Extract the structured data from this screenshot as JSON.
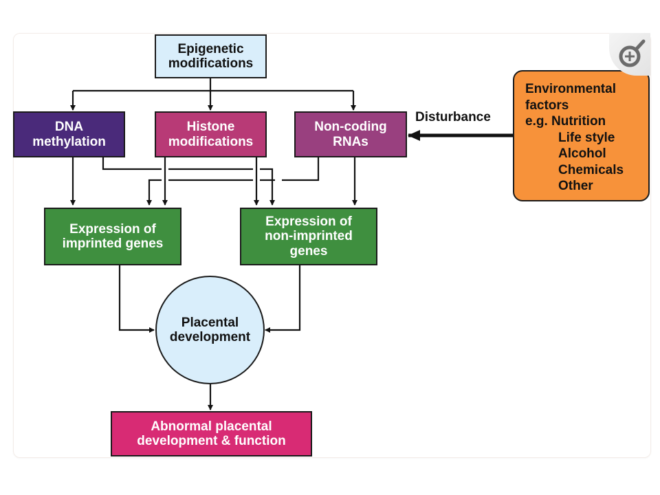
{
  "diagram": {
    "title_node": {
      "label": "Epigenetic\nmodifications",
      "color": "#d9eefb"
    },
    "mechanisms": [
      {
        "id": "dna",
        "label": "DNA\nmethylation",
        "color": "#4a2a7a"
      },
      {
        "id": "histone",
        "label": "Histone\nmodifications",
        "color": "#b83a76"
      },
      {
        "id": "ncrna",
        "label": "Non-coding\nRNAs",
        "color": "#99407f"
      }
    ],
    "expression": [
      {
        "id": "imprinted",
        "label": "Expression of\nimprinted genes",
        "color": "#3f8f3f"
      },
      {
        "id": "nonimprinted",
        "label": "Expression of\nnon-imprinted\ngenes",
        "color": "#3f8f3f"
      }
    ],
    "center_node": {
      "label": "Placental\ndevelopment",
      "color": "#d9eefb"
    },
    "outcome_node": {
      "label": "Abnormal placental\ndevelopment & function",
      "color": "#d82b74"
    },
    "environment": {
      "color": "#f7923a",
      "lines": [
        "Environmental",
        "factors",
        "e.g. Nutrition"
      ],
      "examples": [
        "Life style",
        "Alcohol",
        "Chemicals",
        "Other"
      ]
    },
    "edge_label": "Disturbance"
  },
  "controls": {
    "zoom_icon": "zoom-in-magnifier-icon"
  }
}
